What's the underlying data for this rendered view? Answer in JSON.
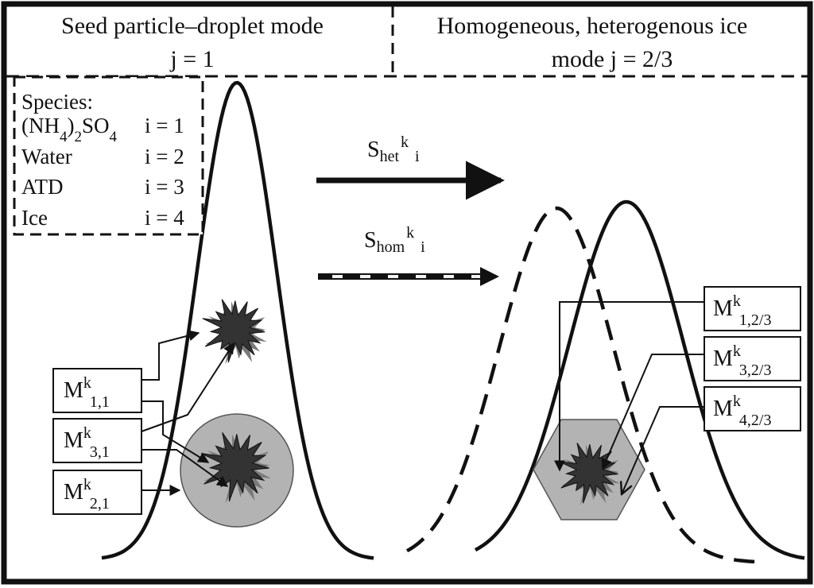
{
  "header": {
    "left_line1": "Seed particle–droplet mode",
    "left_line2": "j = 1",
    "right_line1": "Homogeneous, heterogenous ice",
    "right_line2": "mode j = 2/3"
  },
  "species": {
    "title": "Species:",
    "rows": [
      {
        "name": "(NH4)2SO4",
        "index": "i = 1"
      },
      {
        "name": "Water",
        "index": "i = 2"
      },
      {
        "name": "ATD",
        "index": "i = 3"
      },
      {
        "name": "Ice",
        "index": "i = 4"
      }
    ]
  },
  "arrows": {
    "het": {
      "base": "S",
      "sub": "het",
      "sup": "k",
      "sub2": "i"
    },
    "hom": {
      "base": "S",
      "sub": "hom",
      "sup": "k",
      "sub2": "i"
    }
  },
  "labels": {
    "m11": {
      "base": "M",
      "sup": "k",
      "sub": "1,1"
    },
    "m31": {
      "base": "M",
      "sup": "k",
      "sub": "3,1"
    },
    "m21": {
      "base": "M",
      "sup": "k",
      "sub": "2,1"
    },
    "m123": {
      "base": "M",
      "sup": "k",
      "sub": "1,2/3"
    },
    "m323": {
      "base": "M",
      "sup": "k",
      "sub": "3,2/3"
    },
    "m423": {
      "base": "M",
      "sup": "k",
      "sub": "4,2/3"
    }
  },
  "colors": {
    "line": "#111111",
    "particle": "#333333",
    "shell": "#b3b3b3",
    "dashed_arrow_light": "#f2f2f2"
  }
}
